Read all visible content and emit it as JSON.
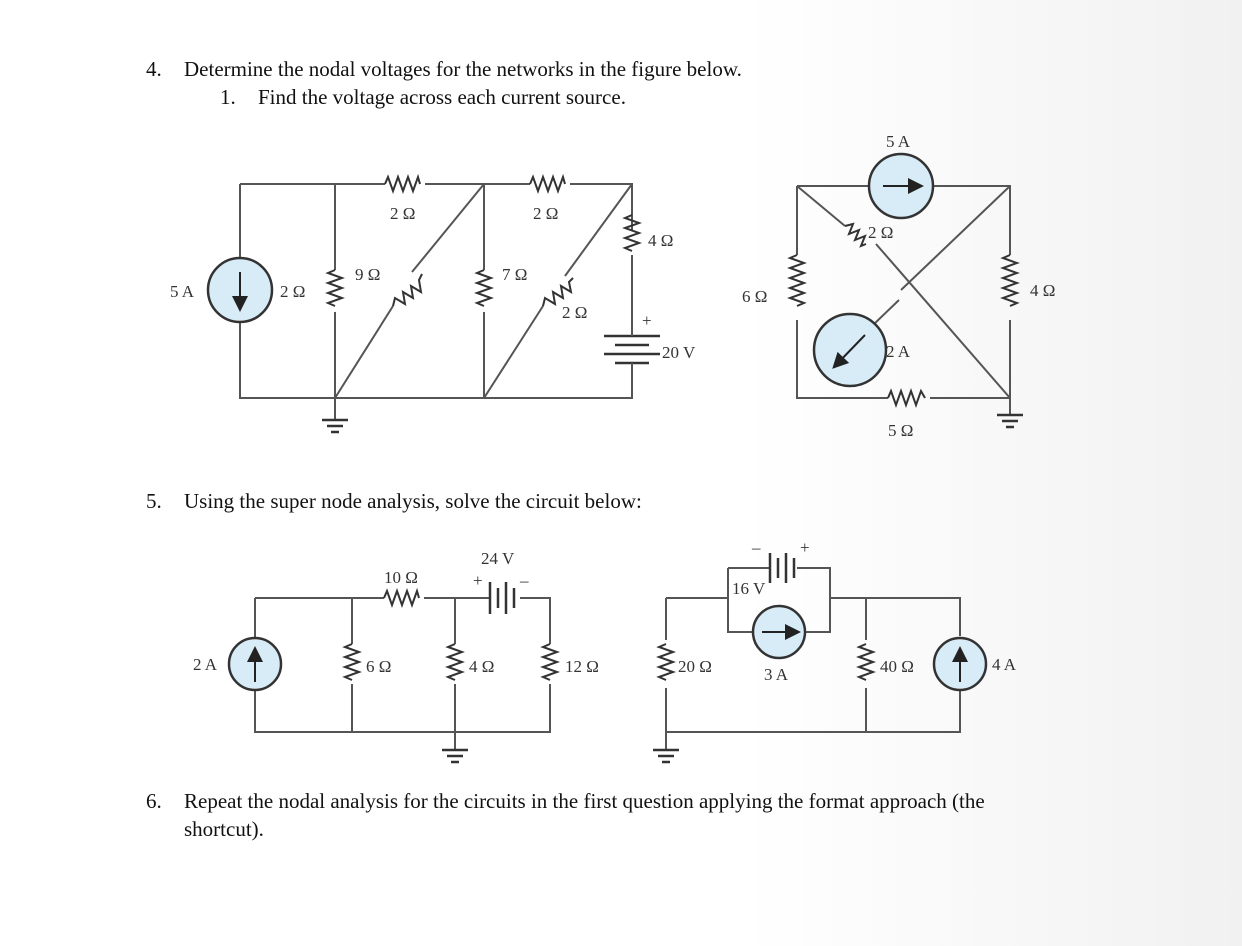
{
  "questions": {
    "q4": {
      "number": "4.",
      "text": "Determine the nodal voltages for the networks in the figure below."
    },
    "q4_sub": {
      "number": "1.",
      "text": "Find the voltage across each current source."
    },
    "q5": {
      "number": "5.",
      "text": "Using the super node analysis, solve the circuit below:"
    },
    "q6": {
      "number": "6.",
      "text_line1": "Repeat the nodal analysis for the circuits in the first question applying the format approach (the",
      "text_line2": "shortcut)."
    }
  },
  "circuit_a": {
    "source": "5 A",
    "r_left": "2 Ω",
    "r_top1": "2 Ω",
    "r_top2": "2 Ω",
    "r_diag1": "9 Ω",
    "r_diag2": "7 Ω",
    "r_diag3": "2 Ω",
    "r_right": "4 Ω",
    "battery": "20 V",
    "plus": "+"
  },
  "circuit_b": {
    "source_top": "5 A",
    "source_mid": "2 A",
    "r_left": "6 Ω",
    "r_diag": "2 Ω",
    "r_right": "4 Ω",
    "r_bottom": "5 Ω"
  },
  "circuit_c": {
    "source": "2 A",
    "r_top": "10 Ω",
    "battery": "24 V",
    "plus": "+",
    "minus": "–",
    "r1": "6 Ω",
    "r2": "4 Ω",
    "r3": "12 Ω"
  },
  "circuit_d": {
    "r_left": "20 Ω",
    "battery": "16 V",
    "plus": "+",
    "minus": "–",
    "source_mid": "3 A",
    "r_right": "40 Ω",
    "source_right": "4 A"
  },
  "colors": {
    "source_fill": "#d8ecf7",
    "wire": "#555555"
  }
}
